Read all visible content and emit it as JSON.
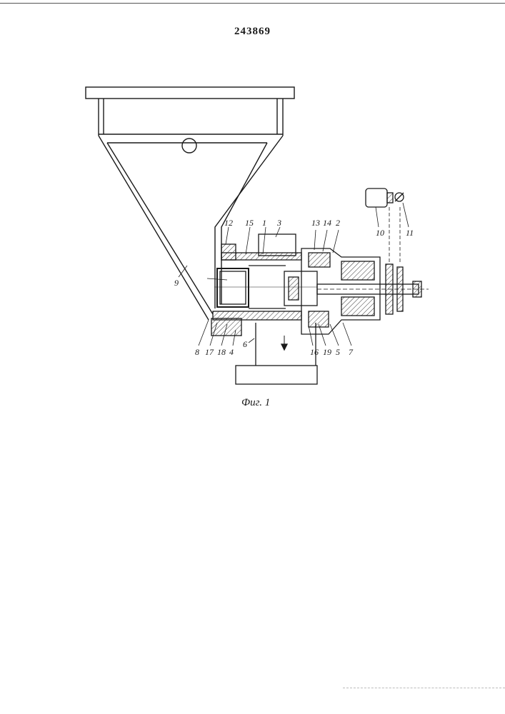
{
  "document": {
    "patent_number": "243869",
    "figure_caption": "Фиг. 1"
  },
  "callouts": [
    {
      "key": "c1",
      "text": "1"
    },
    {
      "key": "c2",
      "text": "2"
    },
    {
      "key": "c3",
      "text": "3"
    },
    {
      "key": "c4",
      "text": "4"
    },
    {
      "key": "c5",
      "text": "5"
    },
    {
      "key": "c6",
      "text": "6"
    },
    {
      "key": "c7",
      "text": "7"
    },
    {
      "key": "c8",
      "text": "8"
    },
    {
      "key": "c9",
      "text": "9"
    },
    {
      "key": "c10",
      "text": "10"
    },
    {
      "key": "c11",
      "text": "11"
    },
    {
      "key": "c12",
      "text": "12"
    },
    {
      "key": "c13",
      "text": "13"
    },
    {
      "key": "c14",
      "text": "14"
    },
    {
      "key": "c15",
      "text": "15"
    },
    {
      "key": "c16",
      "text": "16"
    },
    {
      "key": "c17",
      "text": "17"
    },
    {
      "key": "c18",
      "text": "18"
    },
    {
      "key": "c19",
      "text": "19"
    }
  ]
}
